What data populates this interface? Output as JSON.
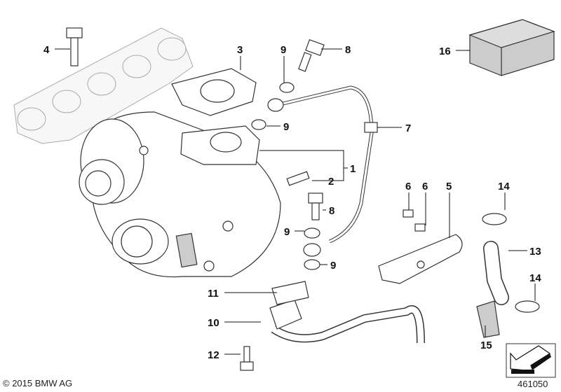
{
  "callouts": [
    "1",
    "2",
    "3",
    "4",
    "5",
    "6",
    "6",
    "7",
    "8",
    "8",
    "9",
    "9",
    "9",
    "9",
    "10",
    "11",
    "12",
    "13",
    "14",
    "14",
    "15",
    "16"
  ],
  "copyright": "© 2015 BMW AG",
  "diagram_number": "461050",
  "icon": "arrow-down-left-icon"
}
